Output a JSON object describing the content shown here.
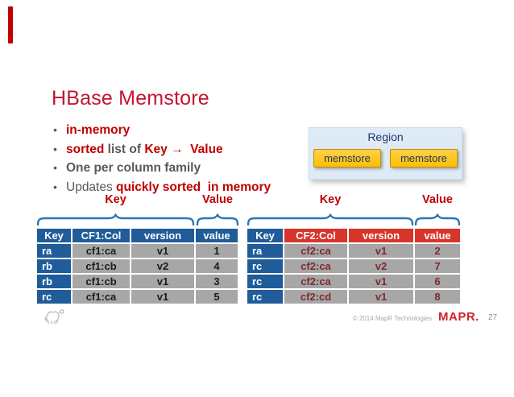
{
  "slide": {
    "title": "HBase Memstore",
    "bullets": [
      {
        "segments": [
          {
            "text": "in-memory",
            "style": "rb"
          }
        ]
      },
      {
        "segments": [
          {
            "text": "sorted",
            "style": "rb"
          },
          {
            "text": " list of ",
            "style": "gb"
          },
          {
            "text": "Key →  Value",
            "style": "rb"
          }
        ]
      },
      {
        "segments": [
          {
            "text": "One per column family",
            "style": "gb"
          }
        ]
      },
      {
        "segments": [
          {
            "text": "Updates ",
            "style": "g"
          },
          {
            "text": "quickly sorted  in memory",
            "style": "rb"
          }
        ]
      }
    ]
  },
  "region": {
    "label": "Region",
    "buttons": [
      "memstore",
      "memstore"
    ]
  },
  "brace_labels": {
    "left_key": "Key",
    "left_value": "Value",
    "right_key": "Key",
    "right_value": "Value"
  },
  "tables": [
    {
      "headers": [
        "Key",
        "CF1:Col",
        "version",
        "value"
      ],
      "header_styles": [
        "blue",
        "blue",
        "blue",
        "blue"
      ],
      "rows": [
        [
          "ra",
          "cf1:ca",
          "v1",
          "1"
        ],
        [
          "rb",
          "cf1:cb",
          "v2",
          "4"
        ],
        [
          "rb",
          "cf1:cb",
          "v1",
          "3"
        ],
        [
          "rc",
          "cf1:ca",
          "v1",
          "5"
        ]
      ]
    },
    {
      "headers": [
        "Key",
        "CF2:Col",
        "version",
        "value"
      ],
      "header_styles": [
        "blue",
        "red",
        "red",
        "red"
      ],
      "rows": [
        [
          "ra",
          "cf2:ca",
          "v1",
          "2"
        ],
        [
          "rc",
          "cf2:ca",
          "v2",
          "7"
        ],
        [
          "rc",
          "cf2:ca",
          "v1",
          "6"
        ],
        [
          "rc",
          "cf2:cd",
          "v1",
          "8"
        ]
      ]
    }
  ],
  "footer": {
    "copyright": "© 2014 MapR Technologies",
    "brand": "MAPR.",
    "page": "27"
  },
  "colors": {
    "title_red": "#C41432",
    "accent_red": "#C00000",
    "gray_text": "#595959",
    "brace_blue": "#2E75B6",
    "header_blue": "#1F5C99",
    "header_red": "#D7352A",
    "cell_gray": "#A7A7A7",
    "cell_text_dark": "#1C1C1C",
    "cell_text_maroon": "#7E2A2E",
    "region_bg": "#DEEBF7",
    "region_navy": "#1F3864",
    "button_yellow": "#FFC316",
    "button_border": "#BF9000",
    "footer_gray": "#A2A9B0",
    "brand_red": "#D0232C"
  }
}
